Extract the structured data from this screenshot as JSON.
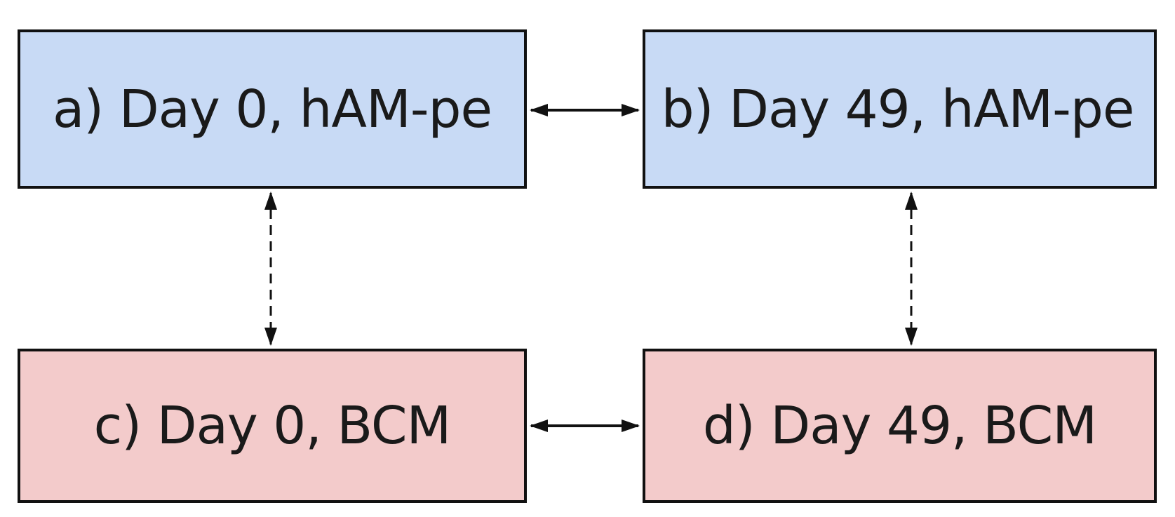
{
  "colors": {
    "ham_fill": "#c8daf5",
    "bcm_fill": "#f3cbcb",
    "border": "#111111",
    "arrow": "#111111"
  },
  "diagram": {
    "nodes": [
      {
        "id": "a",
        "label": "a) Day 0, hAM-pe",
        "group": "hAM-pe"
      },
      {
        "id": "b",
        "label": "b) Day 49, hAM-pe",
        "group": "hAM-pe"
      },
      {
        "id": "c",
        "label": "c) Day 0, BCM",
        "group": "BCM"
      },
      {
        "id": "d",
        "label": "d) Day 49, BCM",
        "group": "BCM"
      }
    ],
    "edges": [
      {
        "from": "a",
        "to": "b",
        "style": "solid",
        "direction": "both"
      },
      {
        "from": "c",
        "to": "d",
        "style": "solid",
        "direction": "both"
      },
      {
        "from": "a",
        "to": "c",
        "style": "dashed",
        "direction": "both"
      },
      {
        "from": "b",
        "to": "d",
        "style": "dashed",
        "direction": "both"
      }
    ]
  }
}
